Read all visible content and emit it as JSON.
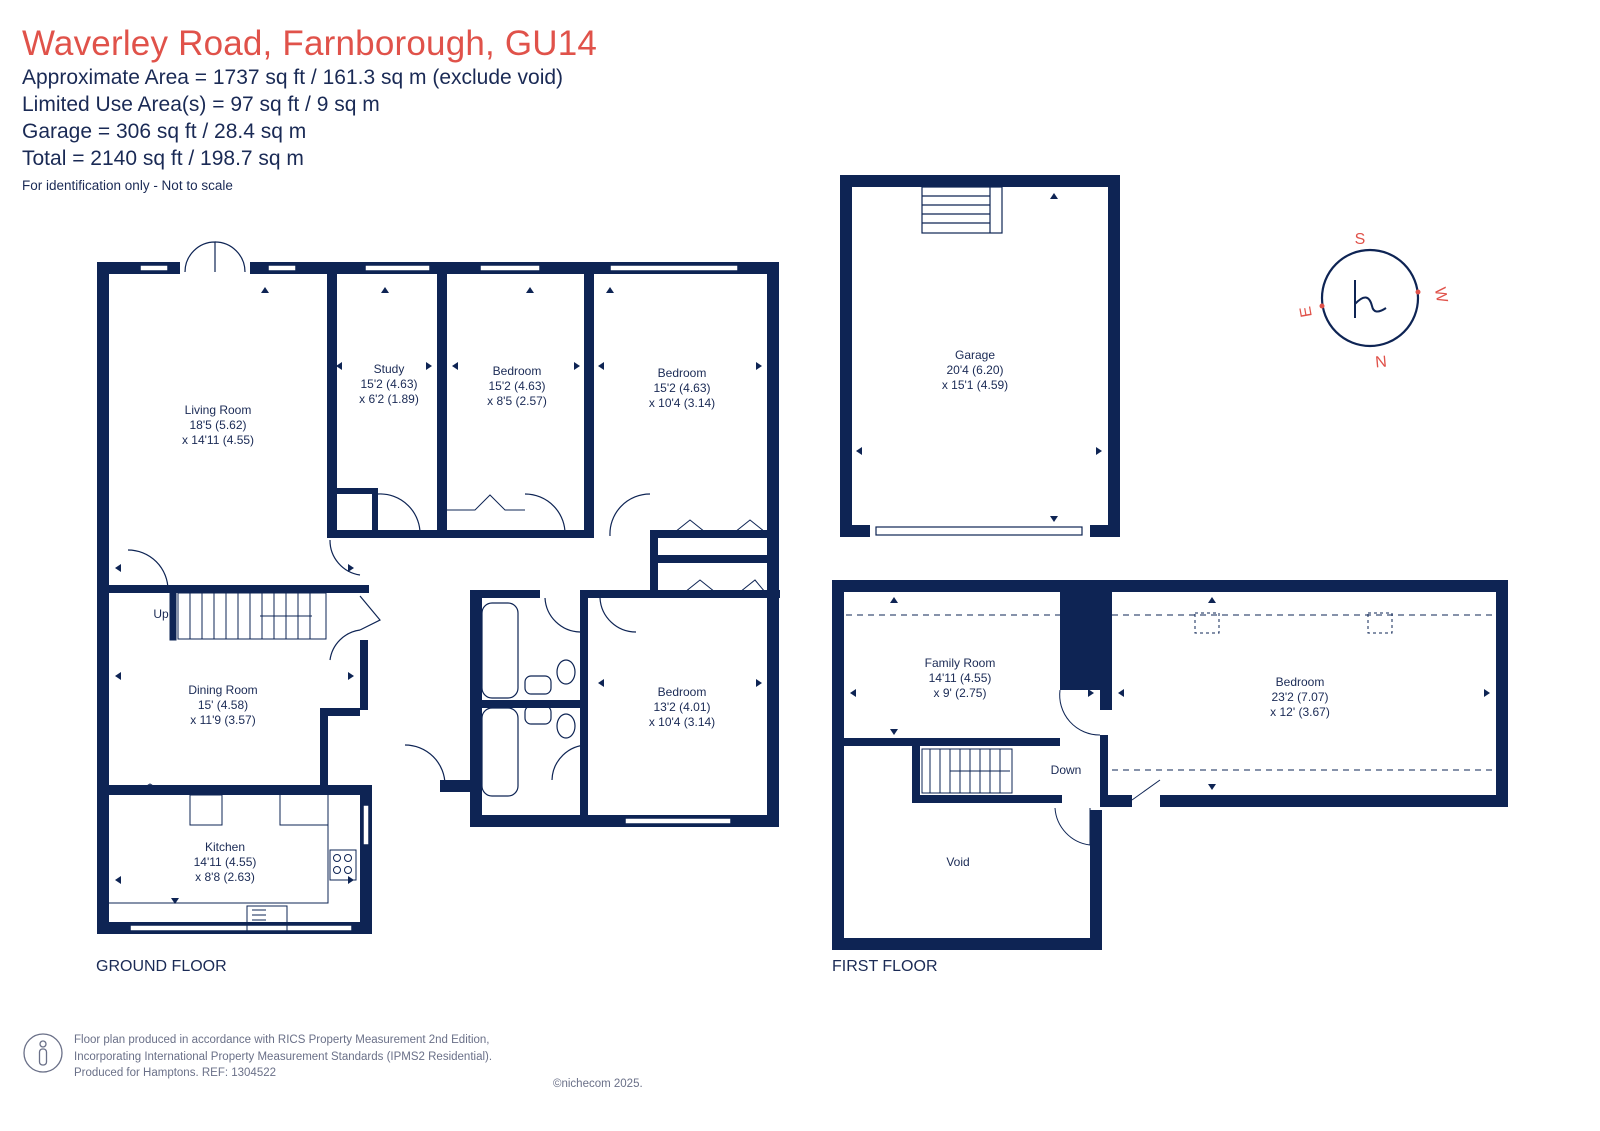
{
  "header": {
    "title": "Waverley Road, Farnborough, GU14",
    "lines": [
      "Approximate Area = 1737 sq ft / 161.3 sq m (exclude void)",
      "Limited Use Area(s) = 97 sq ft / 9 sq m",
      "Garage = 306 sq ft / 28.4 sq m",
      "Total = 2140 sq ft / 198.7 sq m"
    ],
    "note": "For identification only - Not to scale"
  },
  "colors": {
    "wall": "#0e2454",
    "accent": "#e0524a",
    "text": "#1a2a55"
  },
  "ground_floor": {
    "label": "GROUND FLOOR",
    "up_label": "Up",
    "rooms": [
      {
        "name": "Living Room",
        "dim1": "18'5 (5.62)",
        "dim2": "x 14'11 (4.55)"
      },
      {
        "name": "Study",
        "dim1": "15'2 (4.63)",
        "dim2": "x 6'2 (1.89)"
      },
      {
        "name": "Bedroom",
        "dim1": "15'2 (4.63)",
        "dim2": "x 8'5 (2.57)"
      },
      {
        "name": "Bedroom",
        "dim1": "15'2 (4.63)",
        "dim2": "x 10'4 (3.14)"
      },
      {
        "name": "Dining Room",
        "dim1": "15' (4.58)",
        "dim2": "x 11'9 (3.57)"
      },
      {
        "name": "Bedroom",
        "dim1": "13'2 (4.01)",
        "dim2": "x 10'4 (3.14)"
      },
      {
        "name": "Kitchen",
        "dim1": "14'11 (4.55)",
        "dim2": "x 8'8 (2.63)"
      }
    ]
  },
  "garage": {
    "name": "Garage",
    "dim1": "20'4 (6.20)",
    "dim2": "x 15'1 (4.59)"
  },
  "first_floor": {
    "label": "FIRST FLOOR",
    "down_label": "Down",
    "rooms": [
      {
        "name": "Family Room",
        "dim1": "14'11 (4.55)",
        "dim2": "x 9' (2.75)"
      },
      {
        "name": "Bedroom",
        "dim1": "23'2 (7.07)",
        "dim2": "x 12' (3.67)"
      },
      {
        "name": "Void",
        "dim1": "",
        "dim2": ""
      }
    ]
  },
  "compass": {
    "icon": "compass-logo-icon",
    "s": "S",
    "w": "W",
    "e": "E",
    "n": "N"
  },
  "footer": {
    "icon": "info-person-icon",
    "lines": [
      "Floor plan produced in accordance with RICS Property Measurement 2nd Edition,",
      "Incorporating International Property Measurement Standards (IPMS2 Residential).",
      "Produced for Hamptons.   REF:  1304522"
    ],
    "copyright": "©nichecom 2025."
  }
}
